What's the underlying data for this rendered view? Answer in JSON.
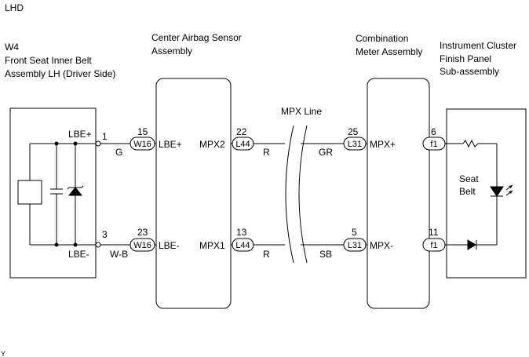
{
  "header": {
    "drive_side": "LHD"
  },
  "footer": {
    "mark": "Y"
  },
  "components": {
    "belt": {
      "lines": [
        "W4",
        "Front Seat Inner Belt",
        "Assembly LH (Driver Side)"
      ]
    },
    "airbag": {
      "lines": [
        "Center Airbag Sensor",
        "Assembly"
      ]
    },
    "meter": {
      "lines": [
        "Combination",
        "Meter Assembly"
      ]
    },
    "panel": {
      "lines": [
        "Instrument Cluster",
        "Finish Panel",
        "Sub-assembly"
      ]
    }
  },
  "mpx_label": "MPX Line",
  "seat_belt_lines": [
    "Seat",
    "Belt"
  ],
  "terminals": {
    "belt_plus": "LBE+",
    "belt_minus": "LBE-",
    "airbag_plus": "LBE+",
    "airbag_minus": "LBE-",
    "airbag_mpx2": "MPX2",
    "airbag_mpx1": "MPX1",
    "meter_plus": "MPX+",
    "meter_minus": "MPX-"
  },
  "pins": {
    "w4_1": "1",
    "w4_3": "3",
    "w16_15": "15",
    "w16_23": "23",
    "l44_22": "22",
    "l44_13": "13",
    "l31_25": "25",
    "l31_5": "5",
    "f1_6": "6",
    "f1_11": "11"
  },
  "connectors": {
    "w16": "W16",
    "l44": "L44",
    "l31": "L31",
    "f1": "f1"
  },
  "wire_colors": {
    "belt_top": "G",
    "belt_bottom": "W-B",
    "mpx_top_left": "R",
    "mpx_top_right": "GR",
    "mpx_bottom_left": "R",
    "mpx_bottom_right": "SB"
  }
}
